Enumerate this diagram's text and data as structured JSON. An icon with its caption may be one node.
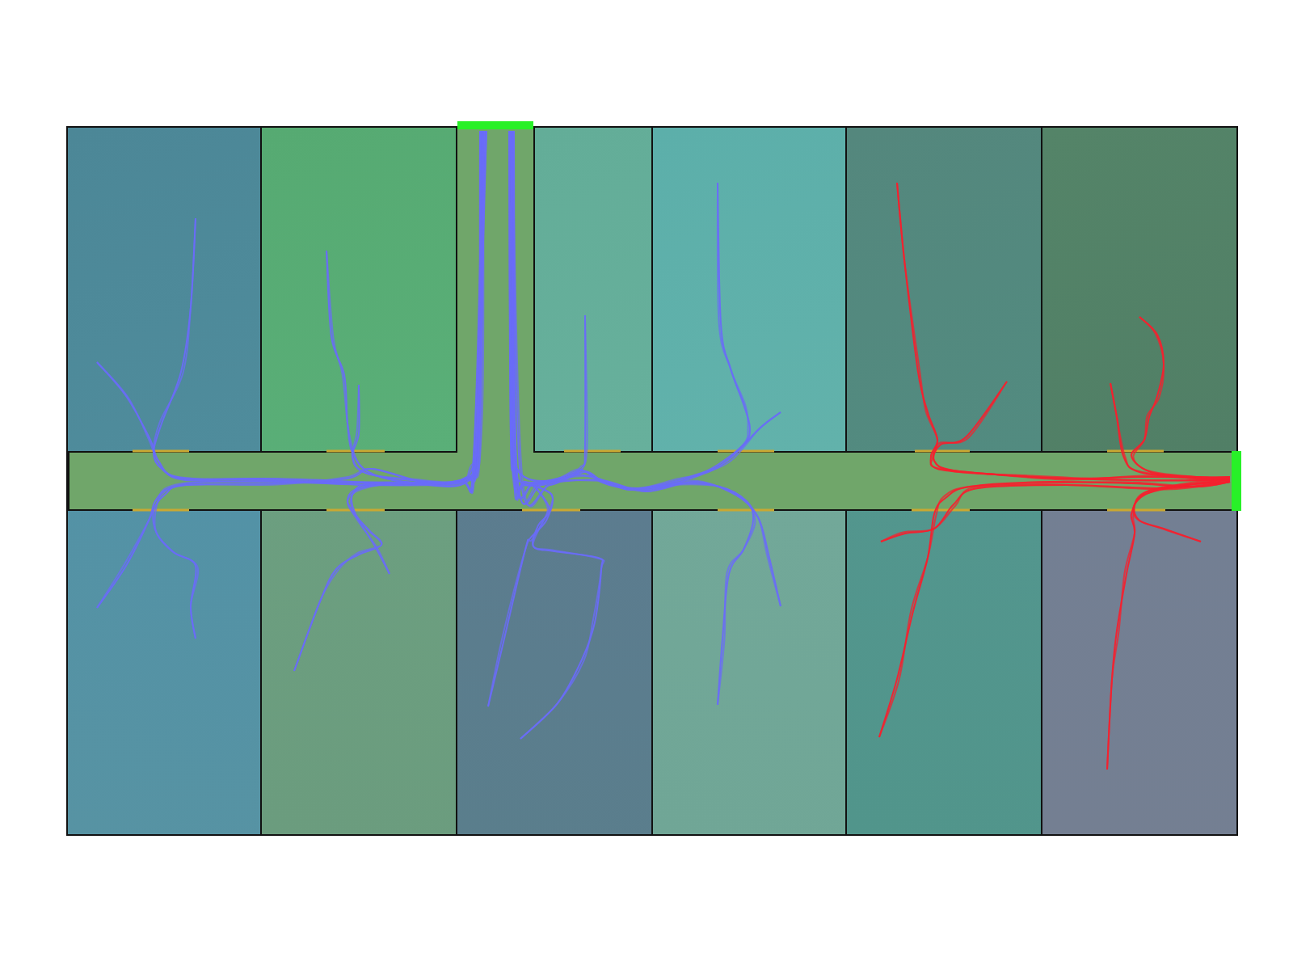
{
  "diagram": {
    "nodes": [
      {
        "text": [],
        "shape": "bar"
      },
      {
        "text": [],
        "shape": "box"
      },
      {
        "text": [],
        "shape": "box"
      },
      {
        "text": [],
        "shape": "box"
      },
      {
        "text": [],
        "shape": "box"
      },
      {
        "text": [],
        "shape": "box"
      },
      {
        "text": [],
        "shape": "box"
      },
      {
        "text": [],
        "shape": "box"
      },
      {
        "text": [],
        "shape": "box"
      },
      {
        "text": [],
        "shape": "bar"
      },
      {
        "text": [],
        "shape": "box"
      },
      {
        "text": [],
        "shape": "box"
      },
      {
        "text": [],
        "shape": "box"
      },
      {
        "text": [],
        "shape": "box"
      },
      {
        "text": [],
        "shape": "box"
      },
      {
        "text": [],
        "shape": "box"
      }
    ]
  }
}
